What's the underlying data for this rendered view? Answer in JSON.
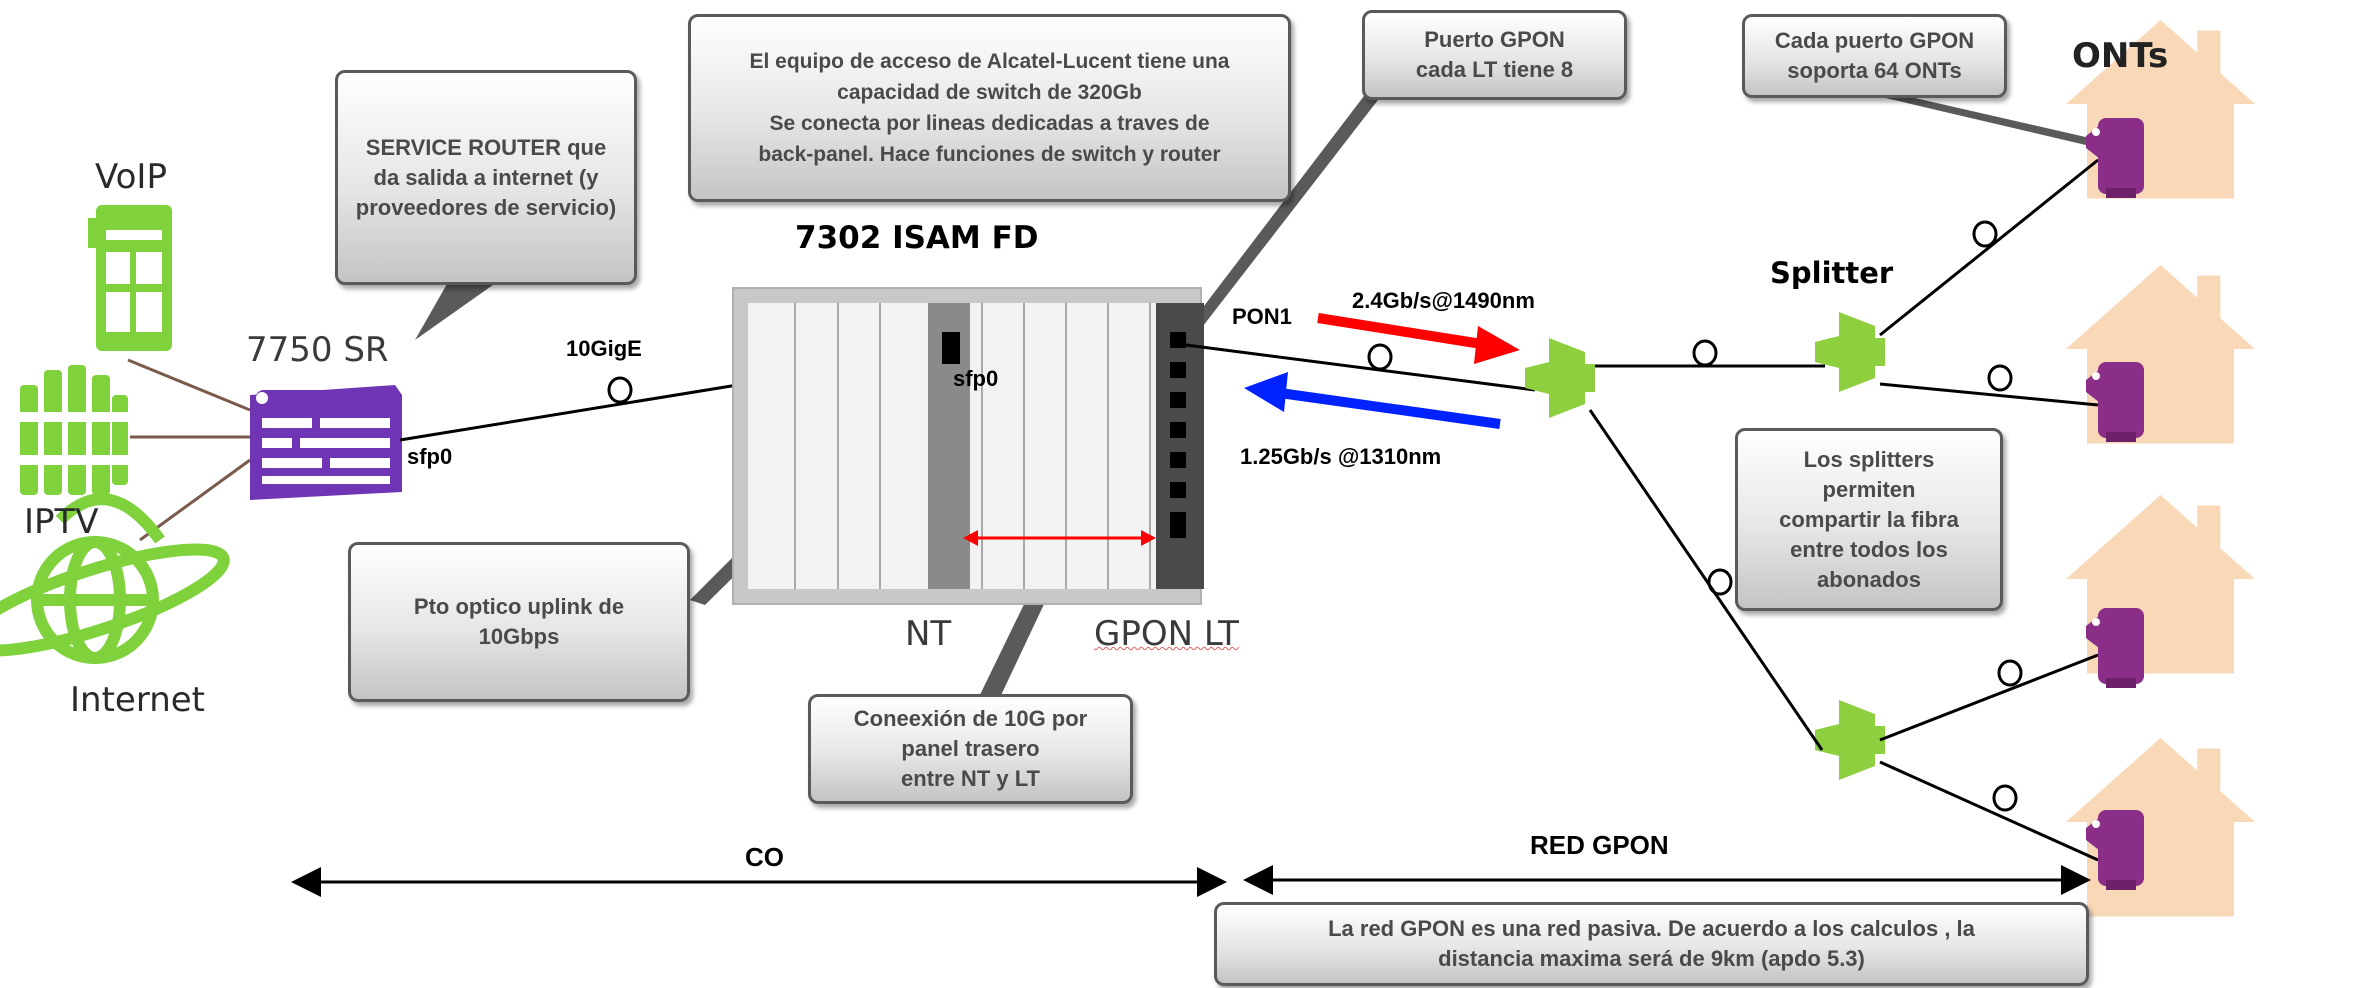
{
  "callouts": {
    "service_router": "SERVICE ROUTER que da salida a internet (y proveedores de servicio)",
    "alcatel_lines": [
      "El equipo de acceso de Alcatel-Lucent  tiene una",
      "capacidad de switch de 320Gb",
      "Se conecta por lineas dedicadas a traves de",
      "back-panel. Hace funciones de switch y router"
    ],
    "gpon_port_lines": [
      "Puerto GPON",
      "cada LT tiene 8"
    ],
    "ont_capacity_lines": [
      "Cada  puerto GPON",
      "soporta 64 ONTs"
    ],
    "uplink_lines": [
      "Pto optico uplink de",
      "10Gbps"
    ],
    "backplane_lines": [
      "Coneexión de 10G por",
      "panel trasero",
      "entre  NT y LT"
    ],
    "splitters_lines": [
      "Los splitters",
      "permiten",
      "compartir la fibra",
      "entre todos los",
      "abonados"
    ],
    "passive_lines": [
      "La red GPON es una red pasiva. De acuerdo a los calculos , la",
      "distancia maxima será de 9km (apdo 5.3)"
    ]
  },
  "labels": {
    "voip": "VoIP",
    "iptv": "IPTV",
    "internet": "Internet",
    "router_model": "7750 SR",
    "router_port": "sfp0",
    "link_speed": "10GigE",
    "isam_title": "7302 ISAM FD",
    "nt_port": "sfp0",
    "nt": "NT",
    "gpon_lt": "GPON LT",
    "pon1": "PON1",
    "downstream": "2.4Gb/s@1490nm",
    "upstream": "1.25Gb/s @1310nm",
    "splitter": "Splitter",
    "onts": "ONTs",
    "co": "CO",
    "red_gpon": "RED GPON",
    "fiber_marker": "O"
  },
  "colors": {
    "router": "#6f35b5",
    "service_icons": "#7fd23c",
    "splitter": "#8dcf3f",
    "ont": "#8b2e88",
    "house": "#f9d8b8",
    "downstream_arrow": "#ff0000",
    "upstream_arrow": "#0022ff",
    "nt_card": "#8a8a8a",
    "lt_card": "#4a4a4a"
  },
  "icons": {
    "voip": "voip-phone-icon",
    "iptv": "iptv-film-icon",
    "internet": "globe-icon",
    "router": "router-icon",
    "splitter": "splitter-icon",
    "ont": "ont-icon",
    "house": "house-icon"
  }
}
